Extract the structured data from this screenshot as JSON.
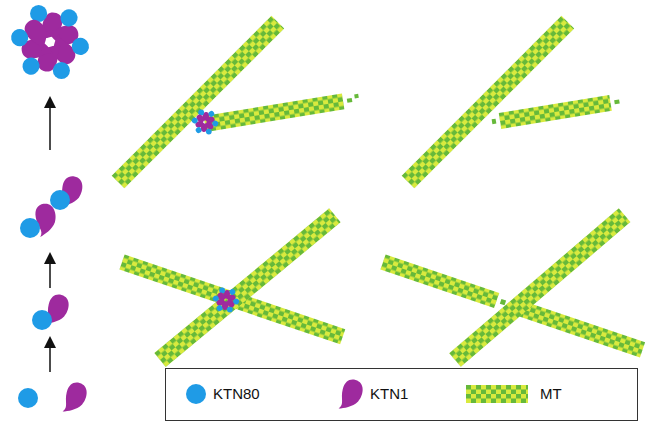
{
  "diagram": {
    "legend": [
      {
        "text": "KTN80"
      },
      {
        "text": "KTN1"
      },
      {
        "text": "MT"
      }
    ]
  }
}
